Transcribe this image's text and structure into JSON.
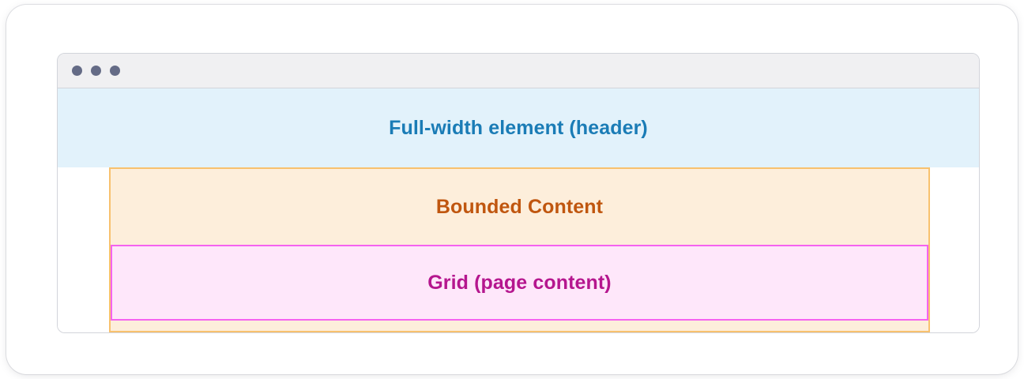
{
  "card": {
    "background_color": "#ffffff"
  },
  "browser": {
    "chrome": {
      "titlebar_color": "#f0f0f2",
      "border_color": "#d2d4da",
      "dots": [
        {
          "name": "window-dot-close",
          "color": "#646b86"
        },
        {
          "name": "window-dot-minimize",
          "color": "#646b86"
        },
        {
          "name": "window-dot-maximize",
          "color": "#646b86"
        }
      ]
    },
    "page": {
      "full_width_section": {
        "label": "Full-width element (header)",
        "text_color": "#1a7cb6",
        "background_color": "#e2f2fb"
      },
      "bounded_section": {
        "label": "Bounded Content",
        "text_color": "#c0560f",
        "background_color": "#fdeedb",
        "border_color": "#f8c16e"
      },
      "grid_section": {
        "label": "Grid (page content)",
        "text_color": "#b5168e",
        "background_color": "#fee7fa",
        "border_color": "#f563f0"
      }
    }
  }
}
